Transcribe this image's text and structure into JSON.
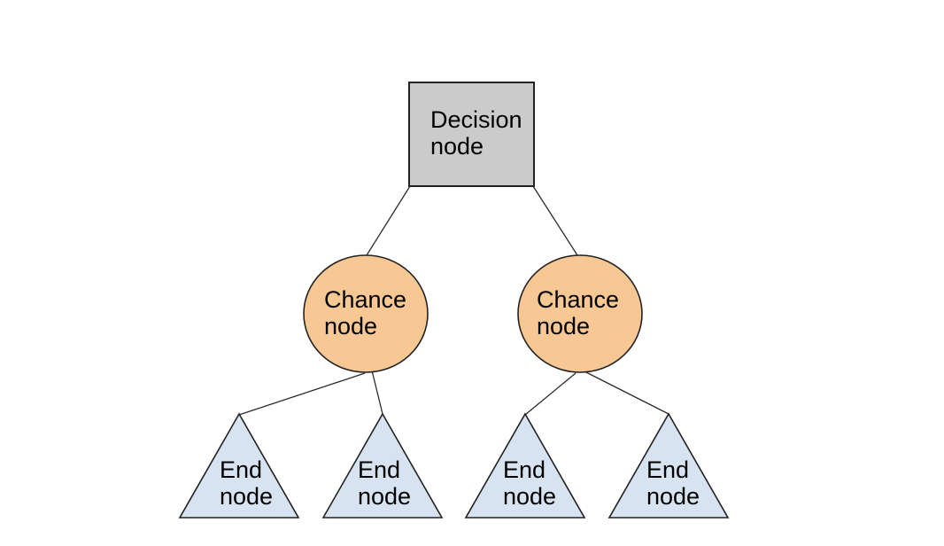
{
  "diagram": {
    "type": "decision-tree",
    "decision_node": {
      "label": "Decision\nnode",
      "shape": "rectangle",
      "fill": "#cbcbcb"
    },
    "chance_nodes": [
      {
        "label": "Chance\nnode",
        "shape": "circle",
        "fill": "#f7c794"
      },
      {
        "label": "Chance\nnode",
        "shape": "circle",
        "fill": "#f7c794"
      }
    ],
    "end_nodes": [
      {
        "label": "End\nnode",
        "shape": "triangle",
        "fill": "#d7e3f1"
      },
      {
        "label": "End\nnode",
        "shape": "triangle",
        "fill": "#d7e3f1"
      },
      {
        "label": "End\nnode",
        "shape": "triangle",
        "fill": "#d7e3f1"
      },
      {
        "label": "End\nnode",
        "shape": "triangle",
        "fill": "#d7e3f1"
      }
    ],
    "edges": [
      {
        "from": "decision",
        "to": "chance-1"
      },
      {
        "from": "decision",
        "to": "chance-2"
      },
      {
        "from": "chance-1",
        "to": "end-1"
      },
      {
        "from": "chance-1",
        "to": "end-2"
      },
      {
        "from": "chance-2",
        "to": "end-3"
      },
      {
        "from": "chance-2",
        "to": "end-4"
      }
    ]
  }
}
